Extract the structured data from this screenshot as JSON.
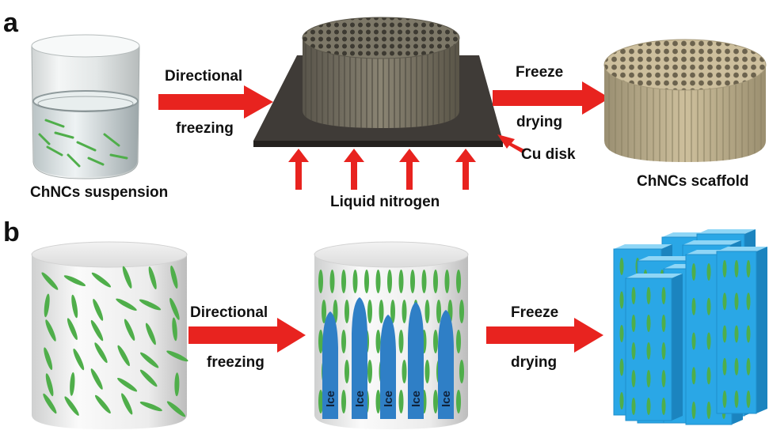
{
  "panels": {
    "a": "a",
    "b": "b"
  },
  "panel_a": {
    "beaker_caption": "ChNCs suspension",
    "arrow1_line1": "Directional",
    "arrow1_line2": "freezing",
    "arrow2_line1": "Freeze",
    "arrow2_line2": "drying",
    "cu_disk": "Cu disk",
    "liquid_nitrogen": "Liquid nitrogen",
    "scaffold_caption": "ChNCs scaffold"
  },
  "panel_b": {
    "arrow1_line1": "Directional",
    "arrow1_line2": "freezing",
    "arrow2_line1": "Freeze",
    "arrow2_line2": "drying",
    "ice_labels": [
      "Ice",
      "Ice",
      "Ice",
      "Ice",
      "Ice"
    ]
  },
  "colors": {
    "arrow_red": "#e8231f",
    "crystal_green": "#4fae4a",
    "ice_blue": "#2f7fc6",
    "scaffold_blue": "#2aa7e6",
    "cu_disk": "#3f3b37",
    "scaffold_tan": "#b9ad8f"
  }
}
